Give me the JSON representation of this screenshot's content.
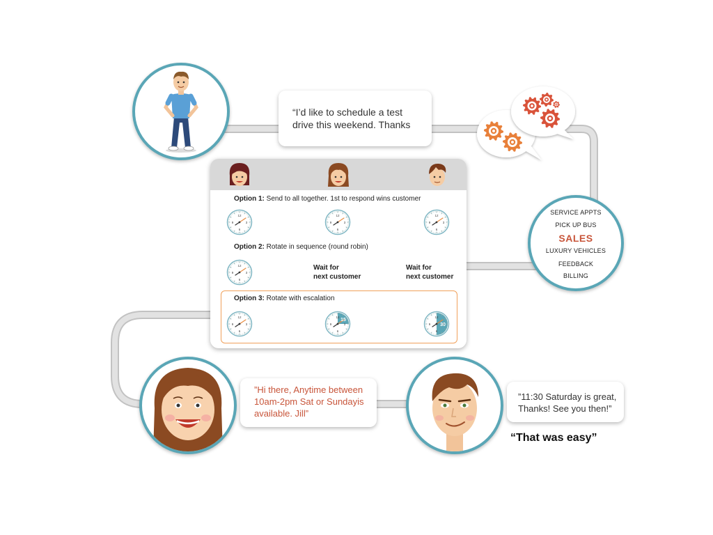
{
  "customer_message": "“I’d like to schedule a test drive this weekend. Thanks",
  "options": [
    {
      "number_label": "Option 1:",
      "description": "Send to all together. 1st to respond wins customer"
    },
    {
      "number_label": "Option 2:",
      "description": "Rotate in sequence (round robin)"
    },
    {
      "number_label": "Option 3:",
      "description": "Rotate with escalation"
    }
  ],
  "wait_label": {
    "line1": "Wait for",
    "line2": "next customer"
  },
  "escalation_timers": [
    "15",
    "30"
  ],
  "departments": {
    "items": [
      "SERVICE APPTS",
      "PICK UP BUS",
      "SALES",
      "LUXURY VEHICLES",
      "FEEDBACK",
      "BILLING"
    ],
    "highlight": "SALES"
  },
  "agent_reply": "”Hi there, Anytime between 10am-2pm Sat or Sundayis available. Jill”",
  "customer_reply": "”11:30 Saturday is great, Thanks! See you then!”",
  "closing_quote": "“That was easy”",
  "colors": {
    "teal": "#5aa6b6",
    "orange": "#e88a3c",
    "red_text": "#c8553a",
    "track_grey": "#d4d4d4"
  }
}
